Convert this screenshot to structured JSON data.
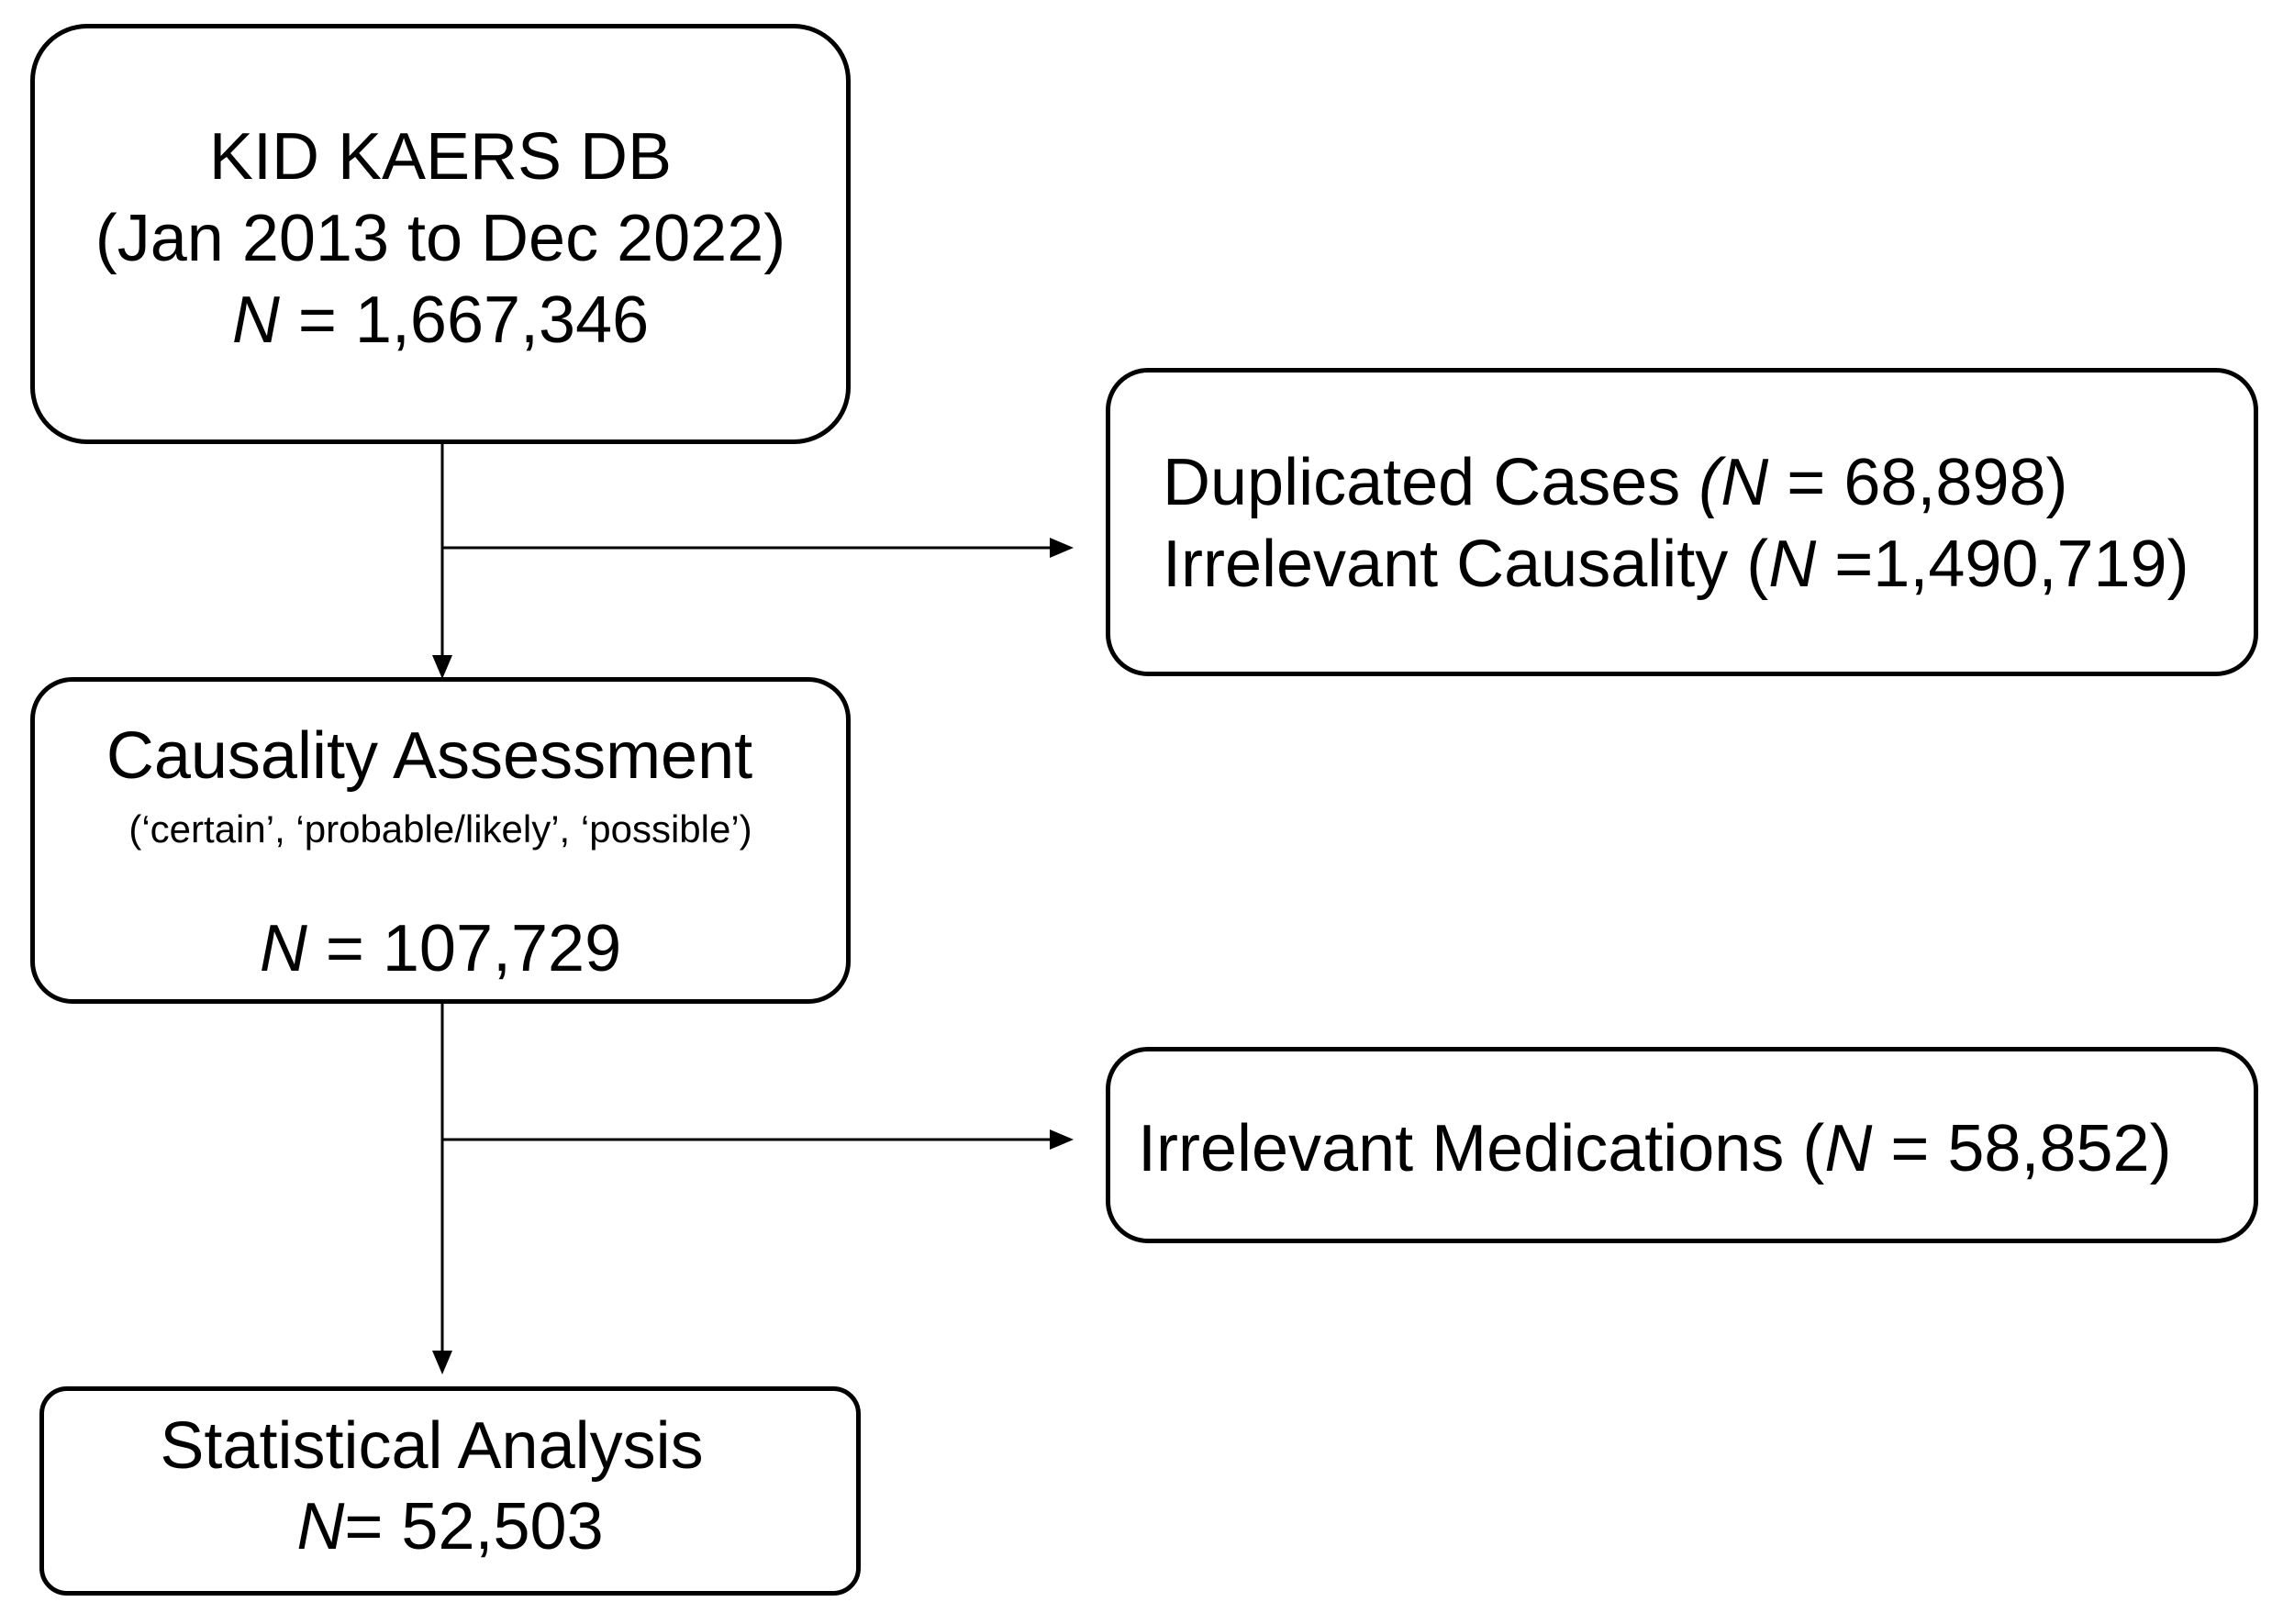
{
  "boxes": {
    "source": {
      "title": "KID KAERS DB",
      "period": "(Jan 2013 to Dec 2022)",
      "n_label": "N",
      "n_value": " = 1,667,346"
    },
    "exclusion_1": {
      "line1_text": "Duplicated Cases ",
      "line1_open": "(",
      "line1_n_label": "N",
      "line1_value": " = 68,898)",
      "line2_text": "Irrelevant Causality (",
      "line2_n_label": "N",
      "line2_value": " =1,490,719)"
    },
    "causality": {
      "title": "Causality Assessment",
      "criteria": "(‘certain’, ‘probable/likely’, ‘possible’)",
      "n_label": "N",
      "n_value": " = 107,729"
    },
    "exclusion_2": {
      "text": "Irrelevant Medications (",
      "n_label": "N",
      "value": " = 58,852)"
    },
    "final": {
      "title": "Statistical Analysis",
      "n_label": "N",
      "n_value": "= 52,503"
    }
  }
}
